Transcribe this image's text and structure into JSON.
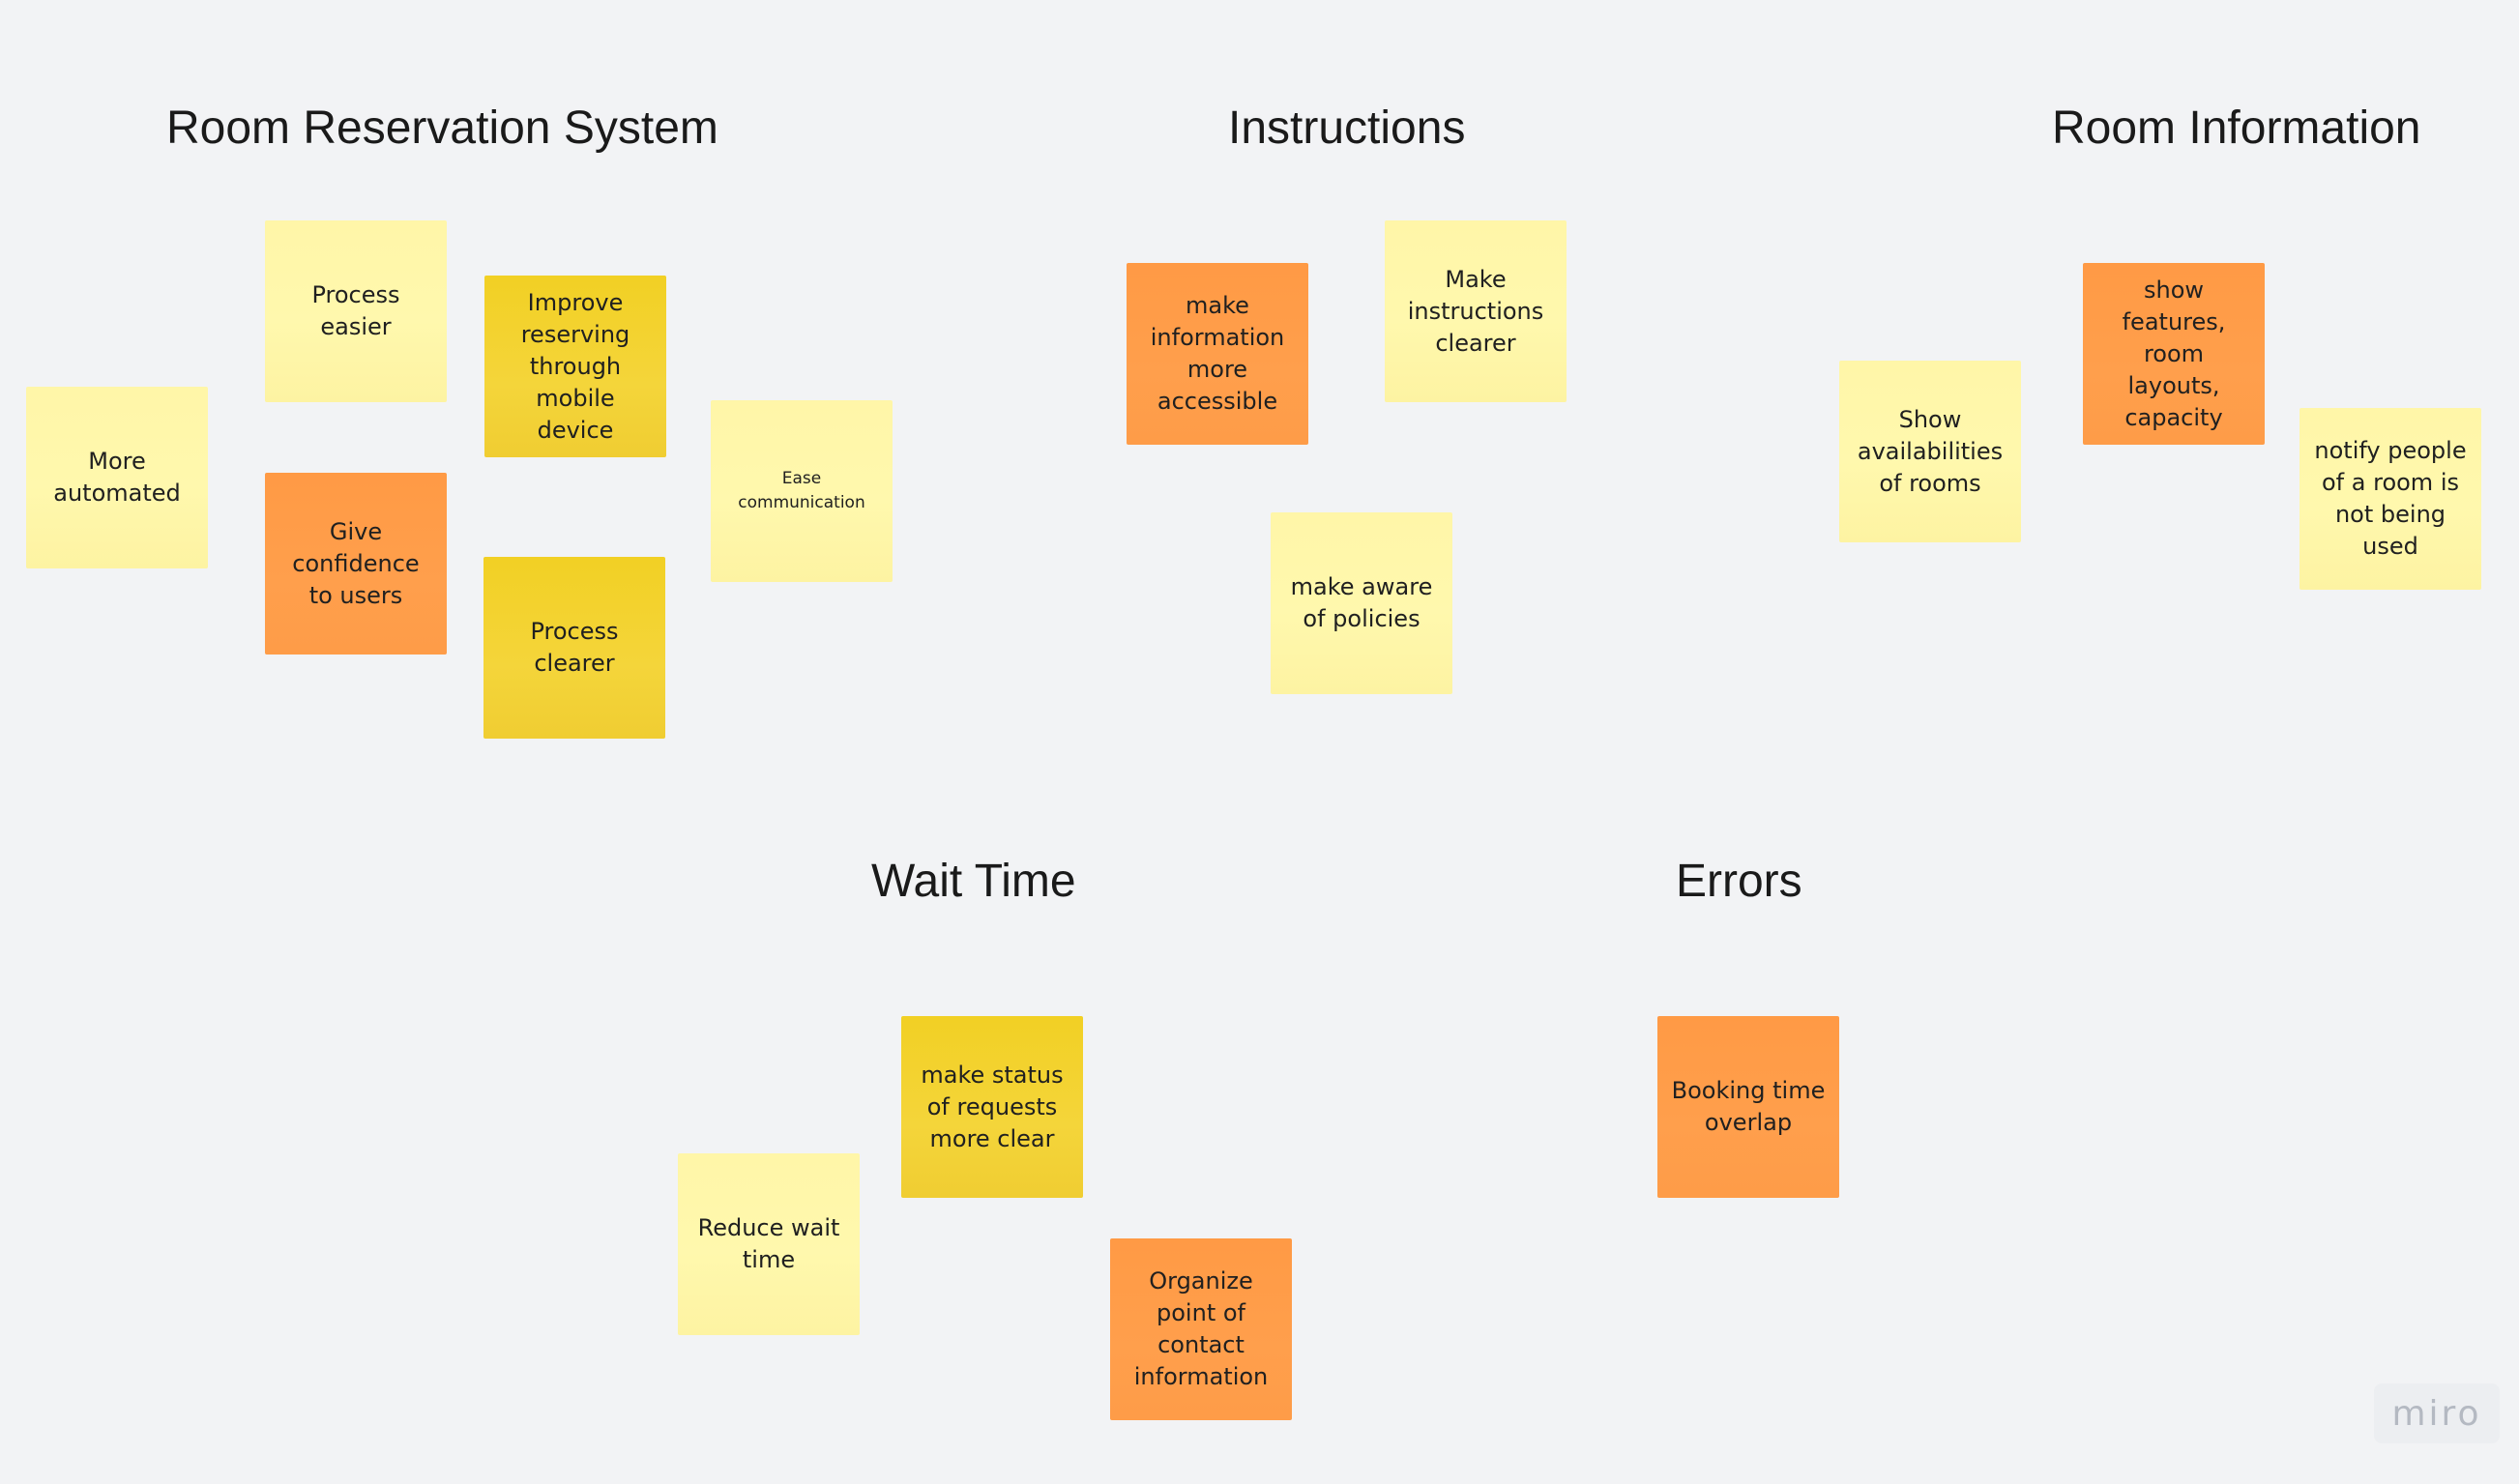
{
  "sections": {
    "room_reservation_system": "Room Reservation System",
    "instructions": "Instructions",
    "room_information": "Room Information",
    "wait_time": "Wait Time",
    "errors": "Errors"
  },
  "notes": {
    "more_automated": "More automated",
    "process_easier": "Process easier",
    "improve_mobile": "Improve reserving through mobile device",
    "ease_communication": "Ease communication",
    "give_confidence": "Give confidence to users",
    "process_clearer": "Process clearer",
    "make_info_accessible": "make information more accessible",
    "make_instructions_clearer": "Make instructions clearer",
    "aware_policies": "make aware of policies",
    "show_availabilities": "Show availabilities of rooms",
    "show_features": "show features, room layouts, capacity",
    "notify_people": "notify people of a room is not being used",
    "status_requests": "make status of requests more clear",
    "reduce_wait": "Reduce wait time",
    "organize_contact": "Organize point of contact information",
    "booking_overlap": "Booking time overlap"
  },
  "colors": {
    "light_yellow": "#fff8ad",
    "yellow": "#f4d53a",
    "orange": "#ff9f4c",
    "background": "#f2f3f5"
  },
  "branding": {
    "logo": "miro"
  }
}
